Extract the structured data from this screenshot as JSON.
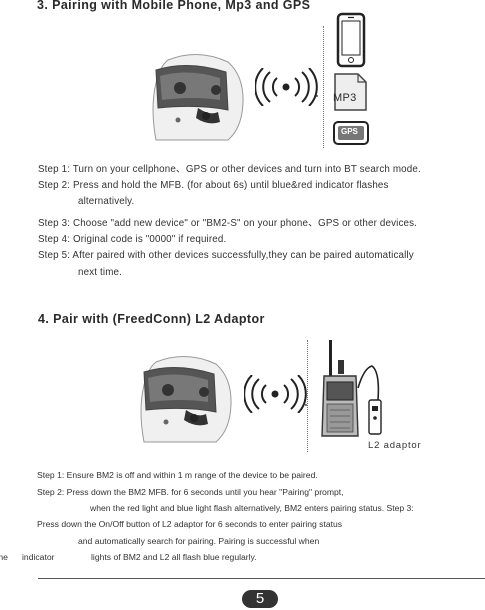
{
  "section3": {
    "title": "3. Pairing with Mobile Phone, Mp3 and GPS",
    "mp3_label": "MP3",
    "gps_label": "GPS",
    "steps": [
      "Step 1: Turn on your cellphone、GPS or other devices and turn into BT search mode.",
      "Step 2: Press and hold the MFB. (for about 6s) until blue&red indicator flashes",
      "alternatively.",
      "Step 3: Choose \"add new device\" or \"BM2-S\" on your phone、GPS or other devices.",
      "Step 4: Original code is \"0000\" if required.",
      "Step 5: After paired with other devices successfully,they can be paired automatically",
      "next time."
    ]
  },
  "section4": {
    "title": "4. Pair with (FreedConn) L2 Adaptor",
    "adaptor_label": "L2  adaptor",
    "steps": [
      "Step 1:  Ensure BM2 is off and within 1 m range of the device to be paired.",
      "Step 2:  Press down the BM2 MFB. for 6 seconds until you hear \"Pairing\" prompt,",
      "when the red light and blue light flash alternatively, BM2 enters pairing status. Step 3:",
      "Press down the On/Off button of L2 adaptor for 6 seconds to enter pairing status",
      "and automatically search for pairing. Pairing is successful when",
      "the",
      "indicator",
      "lights of  BM2 and L2 all flash blue regularly."
    ]
  },
  "footer": {
    "page_number": "5"
  }
}
